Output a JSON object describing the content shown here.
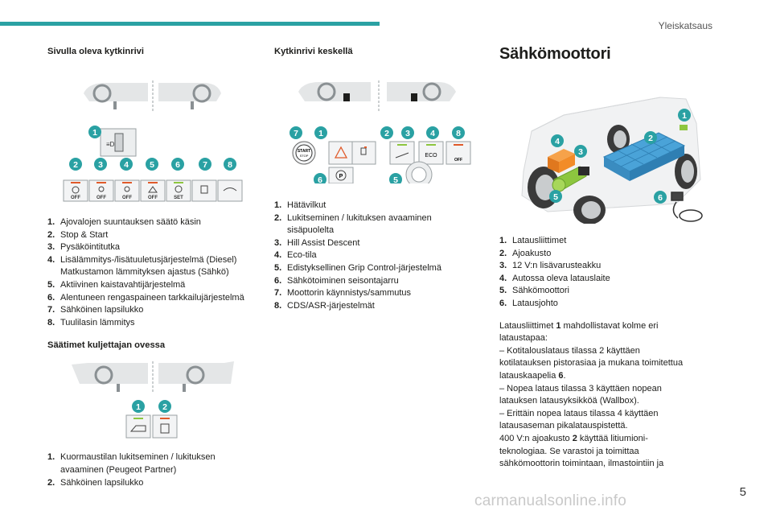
{
  "header": {
    "section": "Yleiskatsaus"
  },
  "left": {
    "heading1": "Sivulla oleva kytkinrivi",
    "list1": [
      {
        "n": "1.",
        "text": "Ajovalojen suuntauksen säätö käsin"
      },
      {
        "n": "2.",
        "text": "Stop & Start"
      },
      {
        "n": "3.",
        "text": "Pysäköintitutka"
      },
      {
        "n": "4.",
        "text": "Lisälämmitys-/lisätuuletusjärjestelmä (Diesel) Matkustamon lämmityksen ajastus (Sähkö)"
      },
      {
        "n": "5.",
        "text": "Aktiivinen kaistavahtijärjestelmä"
      },
      {
        "n": "6.",
        "text": "Alentuneen rengaspaineen tarkkailujärjestelmä"
      },
      {
        "n": "7.",
        "text": "Sähköinen lapsilukko"
      },
      {
        "n": "8.",
        "text": "Tuulilasin lämmitys"
      }
    ],
    "heading2": "Säätimet kuljettajan ovessa",
    "list2": [
      {
        "n": "1.",
        "text": "Kuormaustilan lukitseminen / lukituksen avaaminen (Peugeot Partner)"
      },
      {
        "n": "2.",
        "text": "Sähköinen lapsilukko"
      }
    ],
    "fig1_buttons": [
      "OFF",
      "OFF",
      "OFF",
      "OFF",
      "SET",
      "",
      ""
    ],
    "fig1_badges": [
      "1",
      "2",
      "3",
      "4",
      "5",
      "6",
      "7",
      "8"
    ],
    "fig2_badges": [
      "1",
      "2"
    ]
  },
  "middle": {
    "heading": "Kytkinrivi keskellä",
    "list": [
      {
        "n": "1.",
        "text": "Hätävilkut"
      },
      {
        "n": "2.",
        "text": "Lukitseminen / lukituksen avaaminen sisäpuolelta"
      },
      {
        "n": "3.",
        "text": "Hill Assist Descent"
      },
      {
        "n": "4.",
        "text": "Eco-tila"
      },
      {
        "n": "5.",
        "text": "Edistyksellinen Grip Control-järjestelmä"
      },
      {
        "n": "6.",
        "text": "Sähkötoiminen seisontajarru"
      },
      {
        "n": "7.",
        "text": "Moottorin käynnistys/sammutus"
      },
      {
        "n": "8.",
        "text": "CDS/ASR-järjestelmät"
      }
    ],
    "fig_labels": {
      "start": "START",
      "stop": "STOP",
      "eco": "ECO",
      "off": "OFF",
      "park": "P"
    },
    "fig_badges": [
      "7",
      "1",
      "2",
      "3",
      "4",
      "8",
      "6",
      "5"
    ]
  },
  "right": {
    "heading": "Sähkömoottori",
    "list": [
      {
        "n": "1.",
        "text": "Latausliittimet"
      },
      {
        "n": "2.",
        "text": "Ajoakusto"
      },
      {
        "n": "3.",
        "text": "12 V:n lisävarusteakku"
      },
      {
        "n": "4.",
        "text": "Autossa oleva latauslaite"
      },
      {
        "n": "5.",
        "text": "Sähkömoottori"
      },
      {
        "n": "6.",
        "text": "Latausjohto"
      }
    ],
    "fig_badges": [
      "1",
      "2",
      "3",
      "4",
      "5",
      "6"
    ],
    "para": {
      "p1a": "Latausliittimet ",
      "p1b": "1",
      "p1c": " mahdollistavat kolme eri lataustapaa:",
      "p2": "–  Kotitalouslataus tilassa 2 käyttäen kotilatauksen pistorasiaa ja mukana toimitettua latauskaapelia ",
      "p2b": "6",
      "p2c": ".",
      "p3": "–  Nopea lataus tilassa 3 käyttäen nopean latauksen latausyksikköä (Wallbox).",
      "p4": "–  Erittäin nopea lataus tilassa 4 käyttäen latausaseman pikalatauspistettä.",
      "p5a": "400 V:n ajoakusto ",
      "p5b": "2",
      "p5c": " käyttää litiumioni-teknologiaa. Se varastoi ja toimittaa sähkömoottorin toimintaan, ilmastointiin ja"
    }
  },
  "footer": {
    "page": "5",
    "watermark": "carmanualsonline.info"
  },
  "colors": {
    "accent": "#2aa1a3",
    "badge": "#2aa1a3",
    "battery": "#4aa3d8",
    "motor": "#8dc63f",
    "charger": "#f28c28"
  }
}
